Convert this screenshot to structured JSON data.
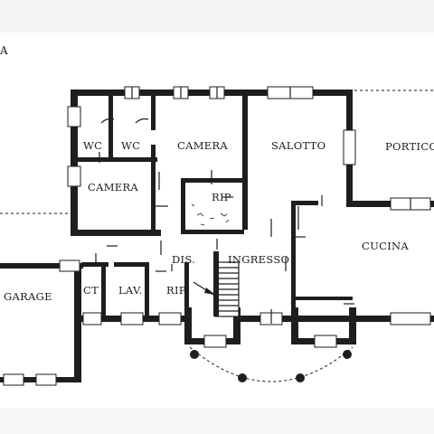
{
  "plan": {
    "marker": "A",
    "rooms": {
      "wc_left": "WC",
      "wc_right": "WC",
      "camera_top": "CAMERA",
      "salotto": "SALOTTO",
      "portico": "PORTICO",
      "camera_left": "CAMERA",
      "rip_upper": "RIP",
      "dis": "DIS.",
      "ingresso": "INGRESSO",
      "cucina": "CUCINA",
      "garage": "GARAGE",
      "ct": "CT",
      "lav": "LAV.",
      "rip_lower": "RIP"
    }
  }
}
